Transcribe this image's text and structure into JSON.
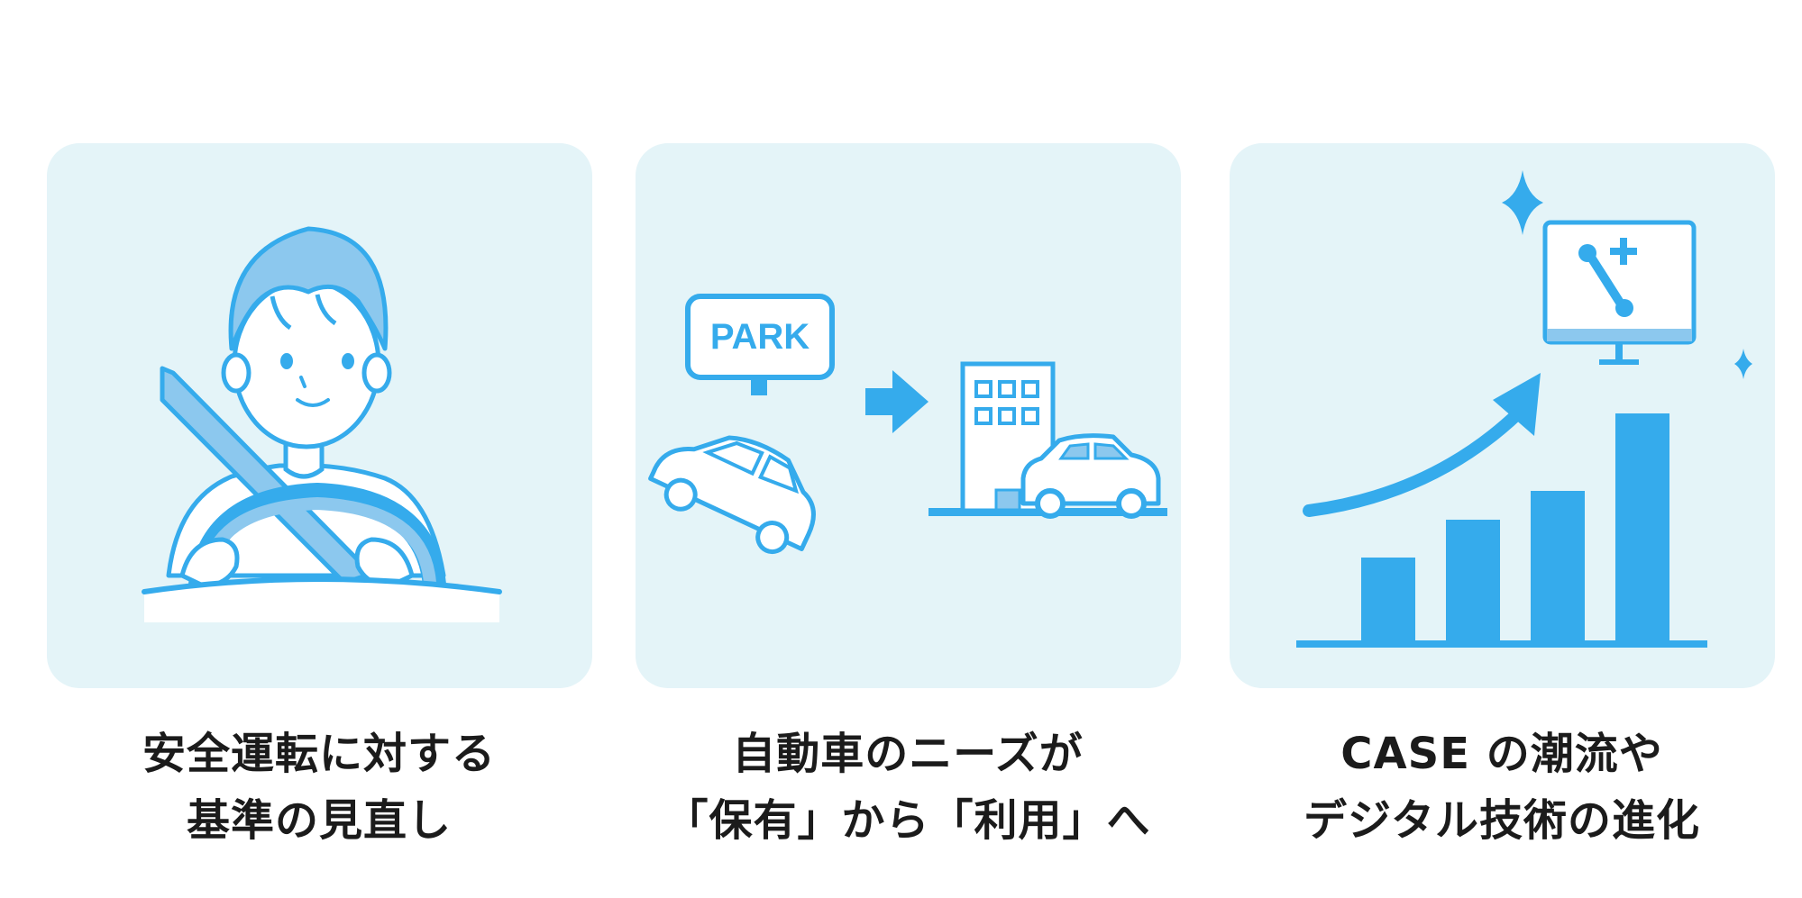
{
  "cards": [
    {
      "illustration": "driver-seatbelt-illustration",
      "caption": [
        "安全運転に対する",
        "基準の見直し"
      ]
    },
    {
      "illustration": "parking-to-carsharing-illustration",
      "sign_text": "PARK",
      "caption": [
        "自動車のニーズが",
        "「保有」から「利用」へ"
      ]
    },
    {
      "illustration": "growth-chart-monitor-illustration",
      "caption": [
        "CASE の潮流や",
        "デジタル技術の進化"
      ]
    }
  ],
  "colors": {
    "card_bg": "#e4f4f8",
    "accent": "#35abec",
    "hair": "#8cc8ee",
    "text": "#1b1b1b"
  }
}
